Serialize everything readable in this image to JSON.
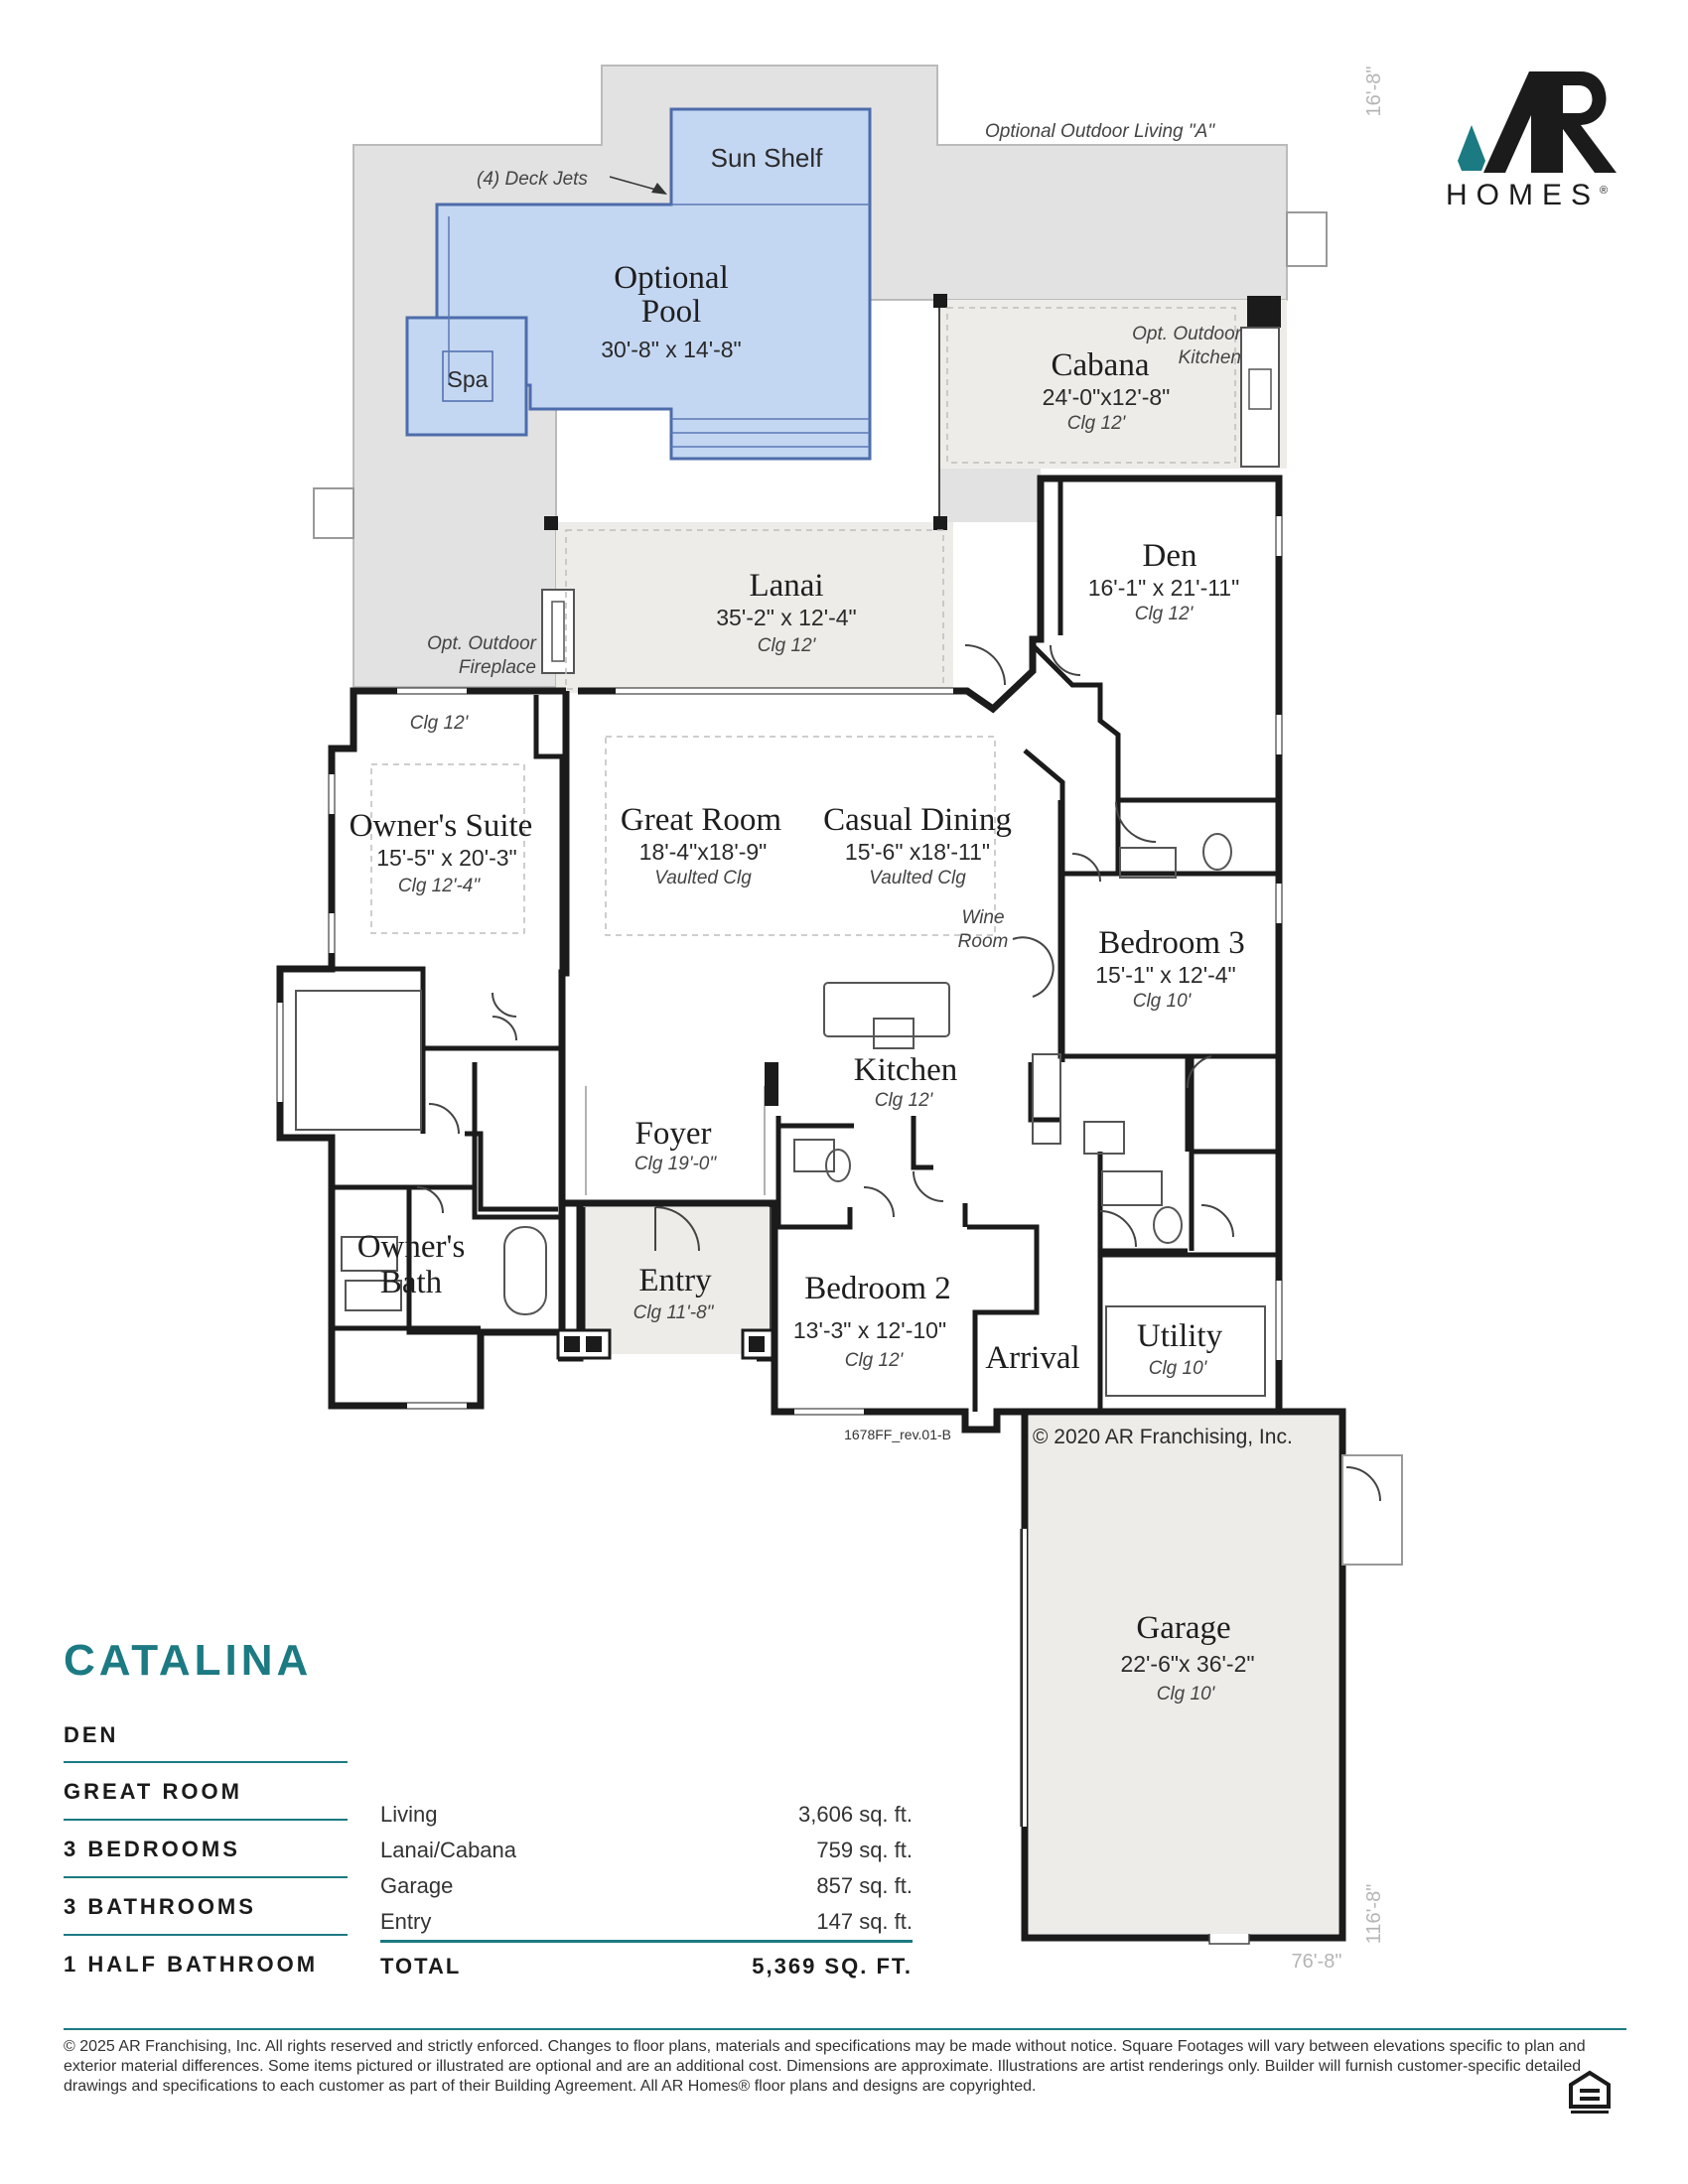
{
  "brand": {
    "logo_letters": "AR",
    "wordmark": "HOMES",
    "registered": "®",
    "brand_color": "#1c7a83"
  },
  "plan": {
    "name": "CATALINA",
    "revision": "1678FF_rev.01-B",
    "copyright": "© 2020 AR Franchising, Inc."
  },
  "rooms": {
    "sun_shelf": {
      "name": "Sun Shelf"
    },
    "pool": {
      "name_line1": "Optional",
      "name_line2": "Pool",
      "dims": "30'-8\" x 14'-8\""
    },
    "spa": {
      "name": "Spa"
    },
    "cabana": {
      "name": "Cabana",
      "dims": "24'-0\"x12'-8\"",
      "clg": "Clg 12'"
    },
    "lanai": {
      "name": "Lanai",
      "dims": "35'-2\"  x 12'-4\"",
      "clg": "Clg 12'"
    },
    "den": {
      "name": "Den",
      "dims": "16'-1\"    x 21'-11\"",
      "clg": "Clg 12'"
    },
    "owners_suite": {
      "name": "Owner's Suite",
      "dims": "15'-5\" x 20'-3\"",
      "clg": "Clg 12'-4\"",
      "clg_top": "Clg 12'"
    },
    "great_room": {
      "name": "Great Room",
      "dims": "18'-4\"x18'-9\"",
      "clg": "Vaulted Clg"
    },
    "casual_dining": {
      "name": "Casual Dining",
      "dims": "15'-6\" x18'-11\"",
      "clg": "Vaulted Clg"
    },
    "wine_room": {
      "name_line1": "Wine",
      "name_line2": "Room"
    },
    "bedroom3": {
      "name": "Bedroom 3",
      "dims": "15'-1\"    x 12'-4\"",
      "clg": "Clg 10'"
    },
    "kitchen": {
      "name": "Kitchen",
      "clg": "Clg 12'"
    },
    "foyer": {
      "name": "Foyer",
      "clg": "Clg 19'-0\""
    },
    "owners_bath": {
      "name_line1": "Owner's",
      "name_line2": "Bath"
    },
    "entry": {
      "name": "Entry",
      "clg": "Clg 11'-8\""
    },
    "bedroom2": {
      "name": "Bedroom 2",
      "dims": "13'-3\" x 12'-10\"",
      "clg": "Clg 12'"
    },
    "arrival": {
      "name": "Arrival"
    },
    "utility": {
      "name": "Utility",
      "clg": "Clg 10'"
    },
    "garage": {
      "name": "Garage",
      "dims": "22'-6\"x 36'-2\"",
      "clg": "Clg 10'"
    }
  },
  "notes": {
    "deck_jets": "(4) Deck Jets",
    "outdoor_living": "Optional Outdoor Living \"A\"",
    "outdoor_kitchen_line1": "Opt. Outdoor",
    "outdoor_kitchen_line2": "Kitchen",
    "outdoor_fireplace_line1": "Opt. Outdoor",
    "outdoor_fireplace_line2": "Fireplace"
  },
  "dimensions": {
    "top_right": "16'-8\"",
    "bottom_right": "116'-8\"",
    "bottom": "76'-8\""
  },
  "features": [
    "DEN",
    "GREAT ROOM",
    "3 BEDROOMS",
    "3 BATHROOMS",
    "1 HALF BATHROOM"
  ],
  "areas": [
    {
      "label": "Living",
      "value": "3,606 sq. ft."
    },
    {
      "label": "Lanai/Cabana",
      "value": "759 sq. ft."
    },
    {
      "label": "Garage",
      "value": "857 sq. ft."
    },
    {
      "label": "Entry",
      "value": "147 sq. ft."
    }
  ],
  "total": {
    "label": "TOTAL",
    "value": "5,369 SQ. FT."
  },
  "disclaimer": "© 2025 AR Franchising, Inc. All rights reserved and strictly enforced. Changes to floor plans, materials and specifications may be made without notice. Square Footages will vary between elevations specific to plan and exterior material differences. Some items pictured or illustrated are optional and are an additional cost. Dimensions are approximate. Illustrations are artist renderings only. Builder will furnish customer-specific detailed drawings and specifications to each customer as part of their Building Agreement. All AR Homes® floor plans and designs are copyrighted.",
  "colors": {
    "deck": "#e2e2e2",
    "water": "#c4d7f2",
    "covered": "#eeece9",
    "walls": "#1b1b1b"
  }
}
